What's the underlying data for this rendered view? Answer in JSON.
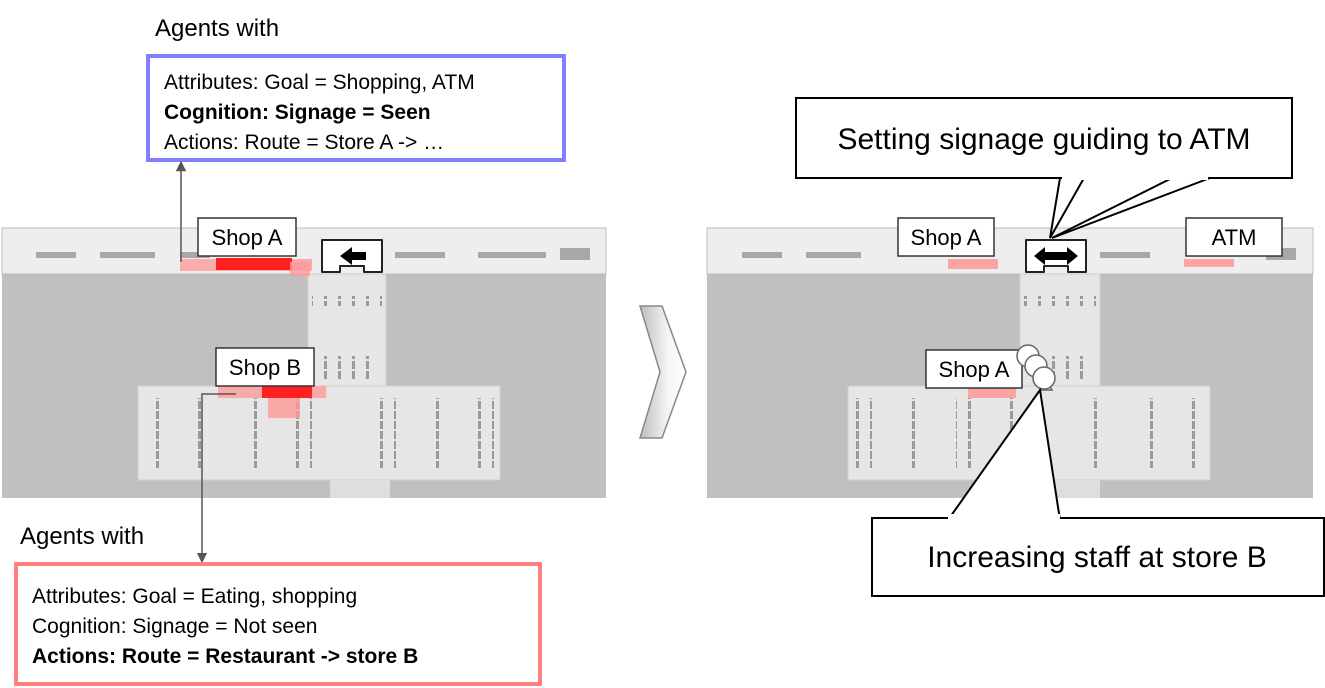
{
  "left_scenario": {
    "top_agent": {
      "heading": "Agents with",
      "attributes": "Attributes: Goal = Shopping, ATM",
      "cognition": "Cognition:  Signage = Seen",
      "actions": "Actions: Route = Store A -> …",
      "border_color": "#8080ff"
    },
    "bottom_agent": {
      "heading": "Agents with",
      "attributes": "Attributes: Goal = Eating, shopping",
      "cognition": "Cognition: Signage = Not seen",
      "actions": "Actions:  Route = Restaurant -> store B",
      "border_color": "#ff8080"
    },
    "shop_a_label": "Shop A",
    "shop_b_label": "Shop B",
    "signage_icon": "left-arrow-sign-icon"
  },
  "transition_icon": "right-chevron-arrow-icon",
  "right_scenario": {
    "shop_a_top_label": "Shop A",
    "shop_a_lower_label": "Shop A",
    "atm_label": "ATM",
    "signage_icon": "double-arrow-sign-icon",
    "staff_icon": "staff-person-icon",
    "callout_signage": "Setting signage guiding to ATM",
    "callout_staff": "Increasing staff at store B"
  },
  "colors": {
    "floor_gray": "#c0c0c0",
    "corridor": "#ececec",
    "heat_dark": "#ff2020",
    "heat_light": "#ff9a9a"
  }
}
